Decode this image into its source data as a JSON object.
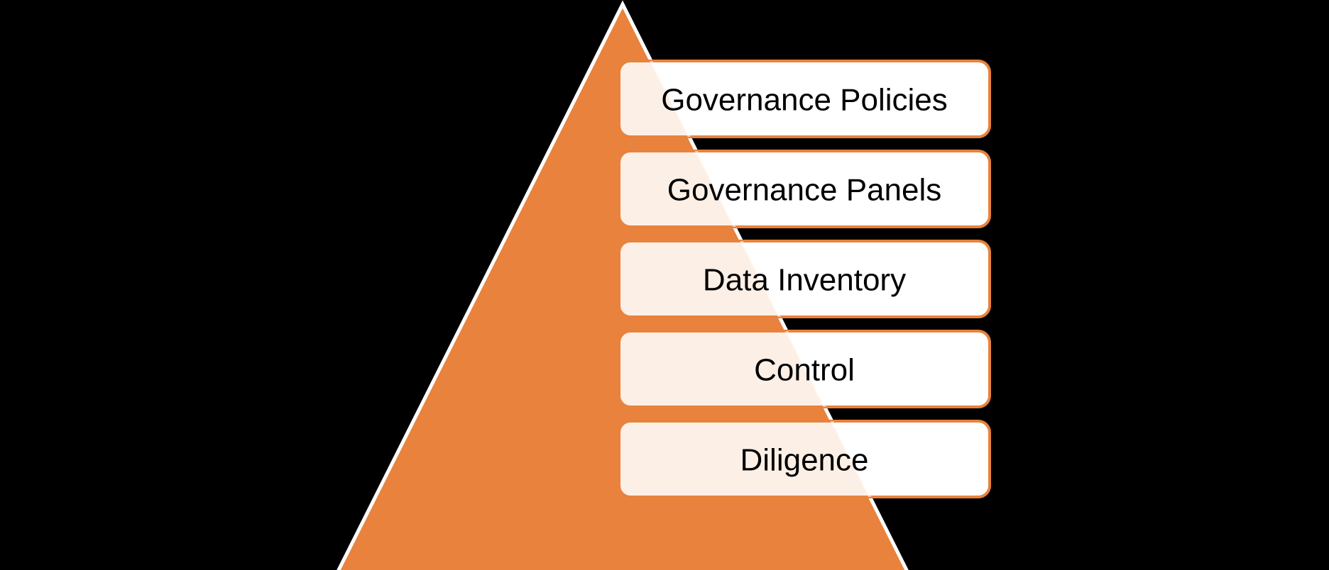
{
  "diagram": {
    "kind": "pyramid",
    "levels": [
      {
        "label": "Governance Policies"
      },
      {
        "label": "Governance Panels"
      },
      {
        "label": "Data Inventory"
      },
      {
        "label": "Control"
      },
      {
        "label": "Diligence"
      }
    ]
  },
  "colors": {
    "background": "#000000",
    "triangle_fill": "#E8823C",
    "triangle_border": "#FFFFFF",
    "box_fill": "#FFFFFF",
    "box_border": "#E8823C",
    "box_tint_over_triangle": "#FCEFE7",
    "label_text": "#000000"
  }
}
